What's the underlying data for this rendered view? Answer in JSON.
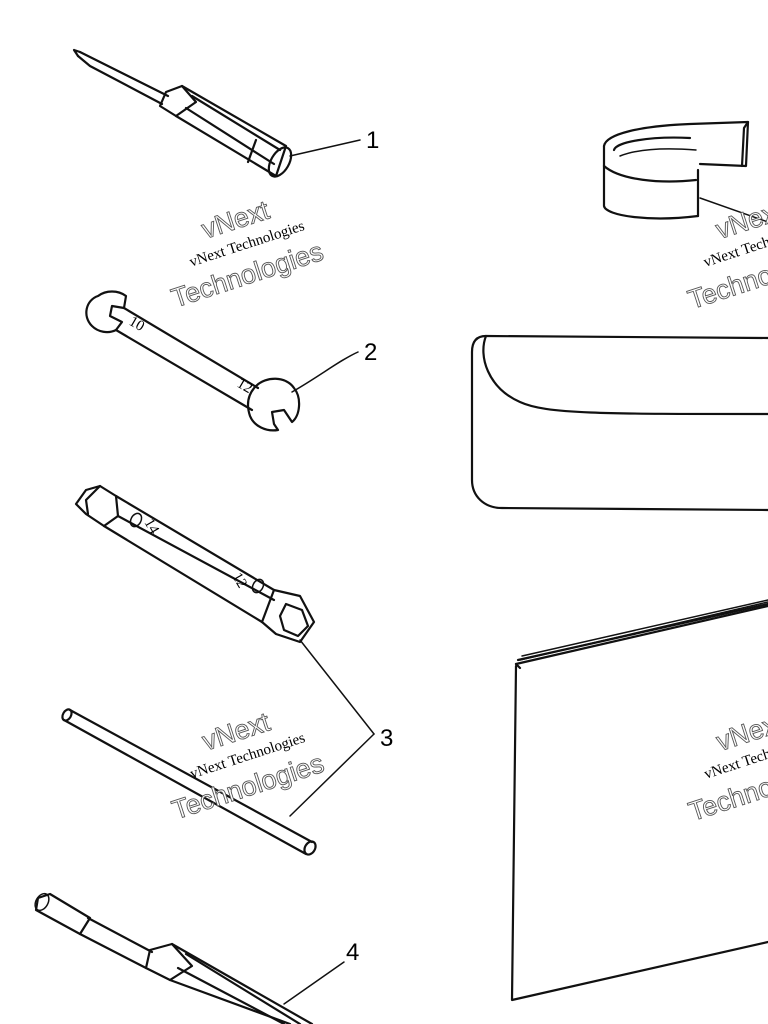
{
  "callouts": {
    "c1": "1",
    "c2": "2",
    "c3": "3",
    "c4": "4"
  },
  "watermark": {
    "line_top": "vNext",
    "line_small": "vNext Technologies",
    "line_big": "Technologies"
  },
  "parts": [
    {
      "number": "1",
      "icon": "screwdriver-icon"
    },
    {
      "number": "2",
      "icon": "open-end-wrench-icon"
    },
    {
      "number": "3",
      "icon": "tube-socket-wrench-icon"
    },
    {
      "number": "4",
      "icon": "socket-screwdriver-icon"
    }
  ],
  "colors": {
    "line": "#111111",
    "background": "#ffffff"
  }
}
